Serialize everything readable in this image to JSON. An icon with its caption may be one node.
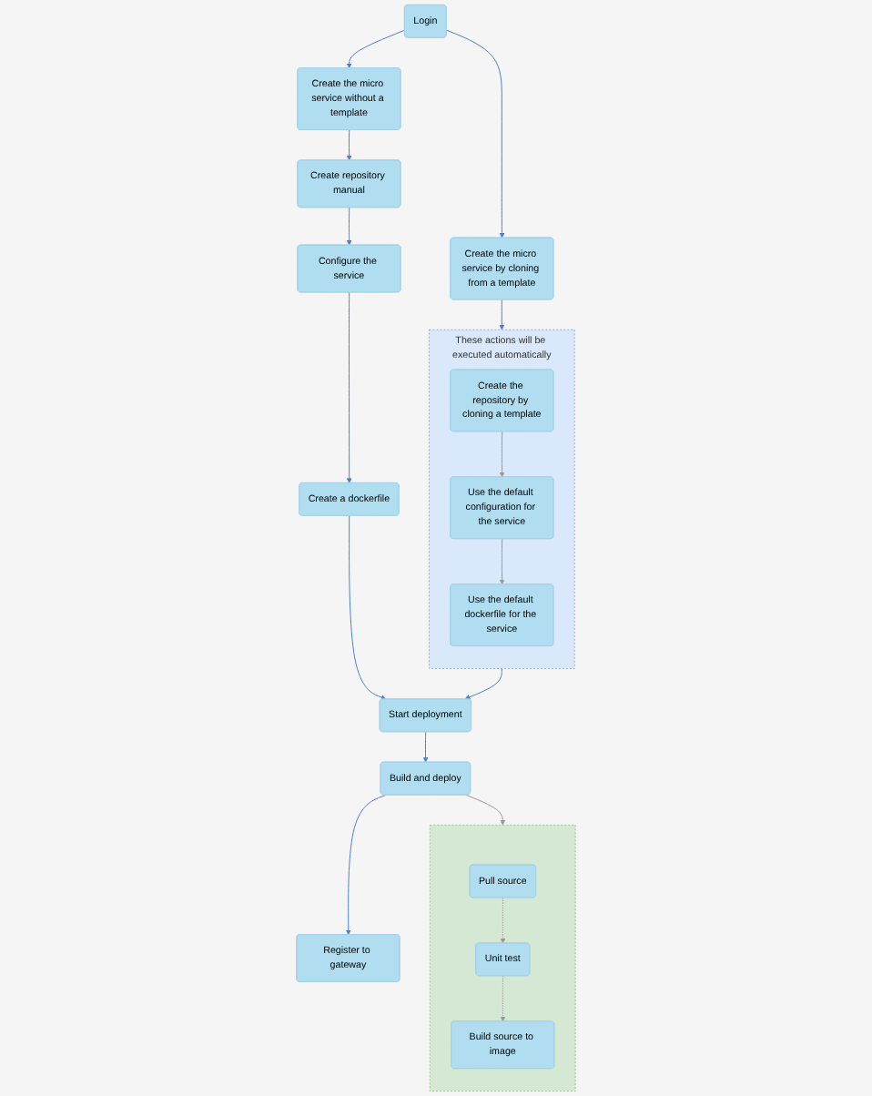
{
  "diagram": {
    "nodes": [
      {
        "text": [
          "Login"
        ]
      },
      {
        "text": [
          "Create the micro service by cloning from a template"
        ]
      },
      {
        "text": [
          "Create the micro service without a template"
        ]
      },
      {
        "text": [],
        "shape": "box",
        "beside": [
          "These actions will be executed automatically"
        ]
      },
      {
        "text": [
          "Create the repository by cloning a template"
        ],
        "in": 3
      },
      {
        "text": [
          "Use the default configuration for the service"
        ],
        "in": 3
      },
      {
        "text": [
          "Use the default dockerfile for the service"
        ],
        "in": 3
      },
      {
        "text": [
          "Create repository manual"
        ]
      },
      {
        "text": [
          "Configure the service"
        ]
      },
      {
        "text": [
          "Create a dockerfile"
        ]
      },
      {
        "text": [
          "Start deployment"
        ]
      },
      {
        "text": [
          "Build and deploy"
        ]
      },
      {
        "text": [
          "Register to gateway"
        ]
      },
      {
        "text": [],
        "shape": "box"
      },
      {
        "text": [
          "Pull source"
        ],
        "in": 13
      },
      {
        "text": [
          "Unit test"
        ],
        "in": 13
      },
      {
        "text": [
          "Build source to image"
        ],
        "in": 13
      }
    ],
    "edges": [
      {
        "from": 0,
        "to": 1,
        "arrow": "to"
      },
      {
        "from": 0,
        "to": 2,
        "arrow": "to"
      },
      {
        "from": 1,
        "to": 3,
        "arrow": "to"
      },
      {
        "from": 4,
        "to": 5,
        "arrow": "to",
        "color": "#999999"
      },
      {
        "from": 5,
        "to": 6,
        "arrow": "to",
        "color": "#999999"
      },
      {
        "from": 2,
        "to": 7,
        "arrow": "to"
      },
      {
        "from": 7,
        "to": 8,
        "arrow": "to"
      },
      {
        "from": 8,
        "to": 9,
        "arrow": "to"
      },
      {
        "from": 3,
        "to": 10,
        "arrow": "to"
      },
      {
        "from": 9,
        "to": 10,
        "arrow": "to"
      },
      {
        "from": 10,
        "to": 11,
        "arrow": "to"
      },
      {
        "from": 11,
        "to": 13,
        "arrow": "to",
        "color": "#999999"
      },
      {
        "from": 11,
        "to": 12,
        "arrow": "to"
      },
      {
        "from": 14,
        "to": 15,
        "arrow": "to",
        "style": "dashed",
        "color": "#999999"
      },
      {
        "from": 15,
        "to": 16,
        "arrow": "to",
        "style": "dashed",
        "color": "#999999"
      }
    ]
  }
}
